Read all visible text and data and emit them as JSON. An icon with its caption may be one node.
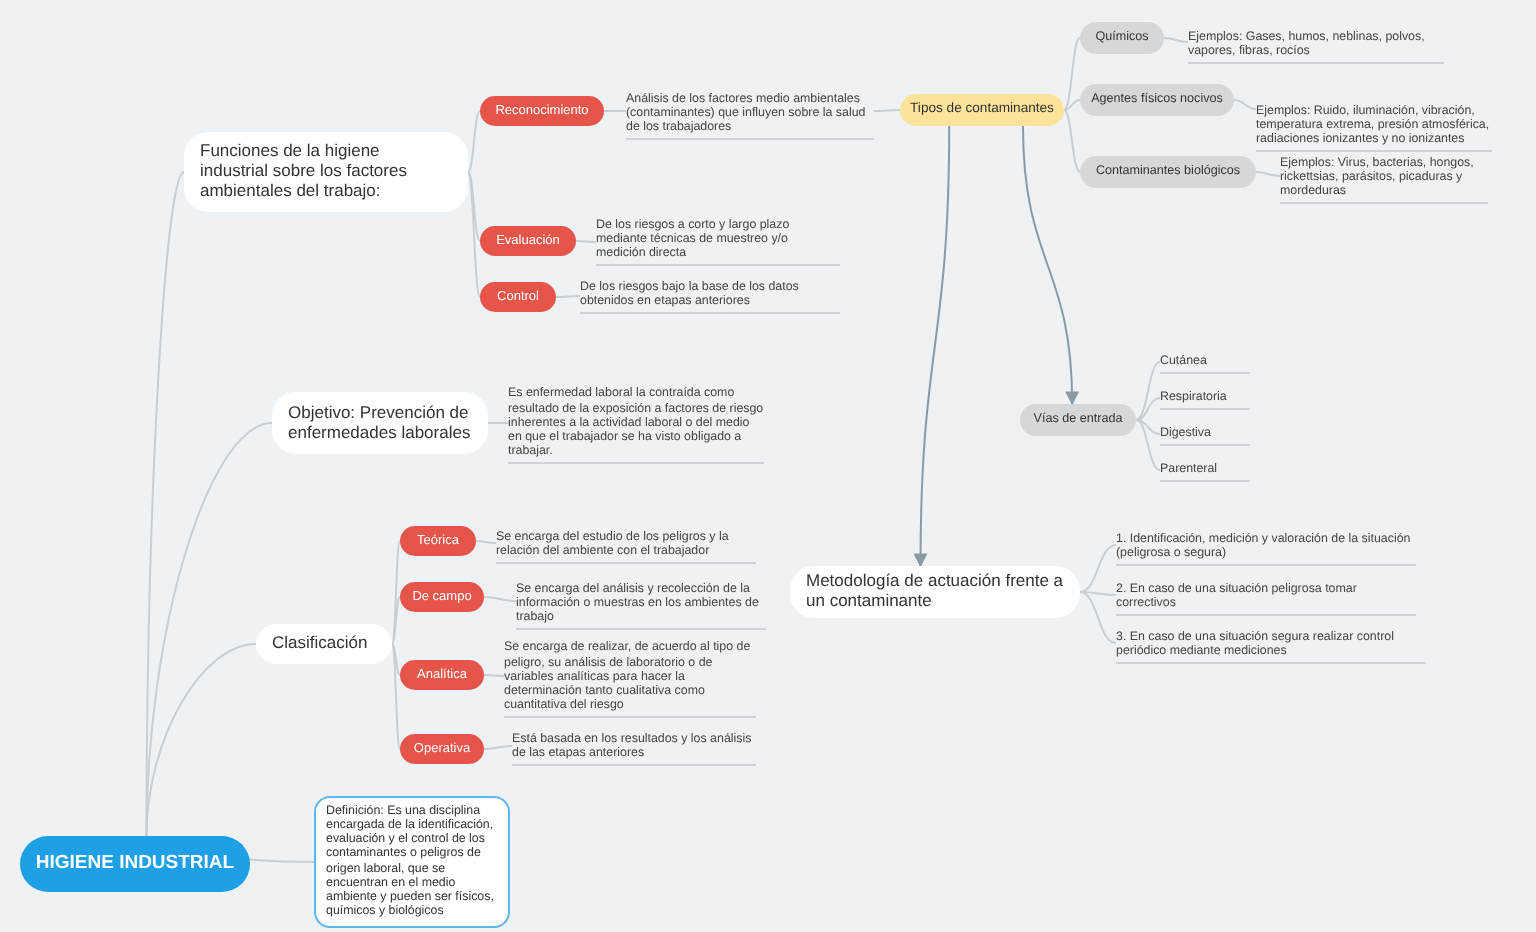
{
  "diagram": {
    "nodes": [
      {
        "text": [
          "HIGIENE INDUSTRIAL"
        ]
      },
      {
        "text": [
          "Funciones de la higiene industrial sobre los factores ambientales del trabajo:"
        ]
      },
      {
        "text": [
          "Reconocimiento"
        ]
      },
      {
        "text": [
          "Análisis de los factores medio ambientales (contaminantes) que influyen sobre la salud de los trabajadores"
        ]
      },
      {
        "text": [
          "Tipos de contaminantes"
        ]
      },
      {
        "text": [
          "Químicos"
        ]
      },
      {
        "text": [
          "Ejemplos: Gases, humos, neblinas, polvos, vapores, fibras, rocíos"
        ]
      },
      {
        "text": [
          "Agentes físicos nocivos"
        ]
      },
      {
        "text": [
          "Ejemplos: Ruido, iluminación, vibración, temperatura extrema, presión atmosférica, radiaciones ionizantes y no ionizantes"
        ]
      },
      {
        "text": [
          "Contaminantes biológicos"
        ]
      },
      {
        "text": [
          "Ejemplos: Virus, bacterias, hongos, rickettsias, parásitos, picaduras y mordeduras"
        ]
      },
      {
        "text": [
          "Evaluación"
        ]
      },
      {
        "text": [
          "De los riesgos a corto y largo plazo mediante técnicas de muestreo y/o medición directa"
        ]
      },
      {
        "text": [
          "Control"
        ]
      },
      {
        "text": [
          "De los riesgos bajo la base de los datos obtenidos en etapas anteriores"
        ]
      },
      {
        "text": [
          "Vías de entrada"
        ]
      },
      {
        "text": [
          "Cutánea"
        ]
      },
      {
        "text": [
          "Respiratoria"
        ]
      },
      {
        "text": [
          "Digestiva"
        ]
      },
      {
        "text": [
          "Parenteral"
        ]
      },
      {
        "text": [
          "Objetivo: Prevención de enfermedades laborales"
        ]
      },
      {
        "text": [
          "Es enfermedad laboral la contraída como resultado de la exposición a factores de riesgo inherentes a la actividad laboral o del medio en que el trabajador se ha visto obligado a trabajar."
        ]
      },
      {
        "text": [
          "Clasificación"
        ]
      },
      {
        "text": [
          "Teórica"
        ]
      },
      {
        "text": [
          "Se encarga del estudio de los peligros y la relación del ambiente con el trabajador"
        ]
      },
      {
        "text": [
          "De campo"
        ]
      },
      {
        "text": [
          "Se encarga del análisis y recolección de la información o muestras en los ambientes de trabajo"
        ]
      },
      {
        "text": [
          "Analítica"
        ]
      },
      {
        "text": [
          "Se encarga de realizar, de acuerdo al tipo de peligro, su análisis de laboratorio o de variables analíticas para hacer la determinación tanto cualitativa como cuantitativa del riesgo"
        ]
      },
      {
        "text": [
          "Operativa"
        ]
      },
      {
        "text": [
          "Está basada en los resultados y los análisis de las etapas anteriores"
        ]
      },
      {
        "text": [
          "Metodología de actuación frente a un contaminante"
        ]
      },
      {
        "text": [
          "1. Identificación, medición y valoración de la situación (peligrosa o segura)"
        ]
      },
      {
        "text": [
          "2. En caso de una situación peligrosa tomar correctivos"
        ]
      },
      {
        "text": [
          "3. En caso de una situación segura realizar control periódico mediante mediciones"
        ]
      },
      {
        "text": [
          "Definición: Es una disciplina encargada de la identificación, evaluación y el control de los contaminantes o peligros de origen laboral, que se encuentran en el medio ambiente y pueden ser físicos, químicos y biológicos"
        ]
      }
    ],
    "edges": [
      {
        "from": 0,
        "to": 1,
        "arrow": "none"
      },
      {
        "from": 1,
        "to": 2,
        "arrow": "none"
      },
      {
        "from": 2,
        "to": 3,
        "arrow": "none"
      },
      {
        "from": 3,
        "to": 4,
        "arrow": "none"
      },
      {
        "from": 4,
        "to": 5,
        "arrow": "none"
      },
      {
        "from": 5,
        "to": 6,
        "arrow": "none"
      },
      {
        "from": 4,
        "to": 7,
        "arrow": "none"
      },
      {
        "from": 7,
        "to": 8,
        "arrow": "none"
      },
      {
        "from": 4,
        "to": 9,
        "arrow": "none"
      },
      {
        "from": 9,
        "to": 10,
        "arrow": "none"
      },
      {
        "from": 1,
        "to": 11,
        "arrow": "none"
      },
      {
        "from": 11,
        "to": 12,
        "arrow": "none"
      },
      {
        "from": 1,
        "to": 13,
        "arrow": "none"
      },
      {
        "from": 13,
        "to": 14,
        "arrow": "none"
      },
      {
        "from": 4,
        "to": 15,
        "arrow": "to"
      },
      {
        "from": 15,
        "to": 16,
        "arrow": "none"
      },
      {
        "from": 15,
        "to": 17,
        "arrow": "none"
      },
      {
        "from": 15,
        "to": 18,
        "arrow": "none"
      },
      {
        "from": 15,
        "to": 19,
        "arrow": "none"
      },
      {
        "from": 0,
        "to": 20,
        "arrow": "none"
      },
      {
        "from": 20,
        "to": 21,
        "arrow": "none"
      },
      {
        "from": 0,
        "to": 22,
        "arrow": "none"
      },
      {
        "from": 22,
        "to": 23,
        "arrow": "none"
      },
      {
        "from": 23,
        "to": 24,
        "arrow": "none"
      },
      {
        "from": 22,
        "to": 25,
        "arrow": "none"
      },
      {
        "from": 25,
        "to": 26,
        "arrow": "none"
      },
      {
        "from": 22,
        "to": 27,
        "arrow": "none"
      },
      {
        "from": 27,
        "to": 28,
        "arrow": "none"
      },
      {
        "from": 22,
        "to": 29,
        "arrow": "none"
      },
      {
        "from": 29,
        "to": 30,
        "arrow": "none"
      },
      {
        "from": 4,
        "to": 31,
        "arrow": "to"
      },
      {
        "from": 31,
        "to": 32,
        "arrow": "none"
      },
      {
        "from": 31,
        "to": 33,
        "arrow": "none"
      },
      {
        "from": 31,
        "to": 34,
        "arrow": "none"
      },
      {
        "from": 0,
        "to": 35,
        "arrow": "none"
      }
    ]
  }
}
